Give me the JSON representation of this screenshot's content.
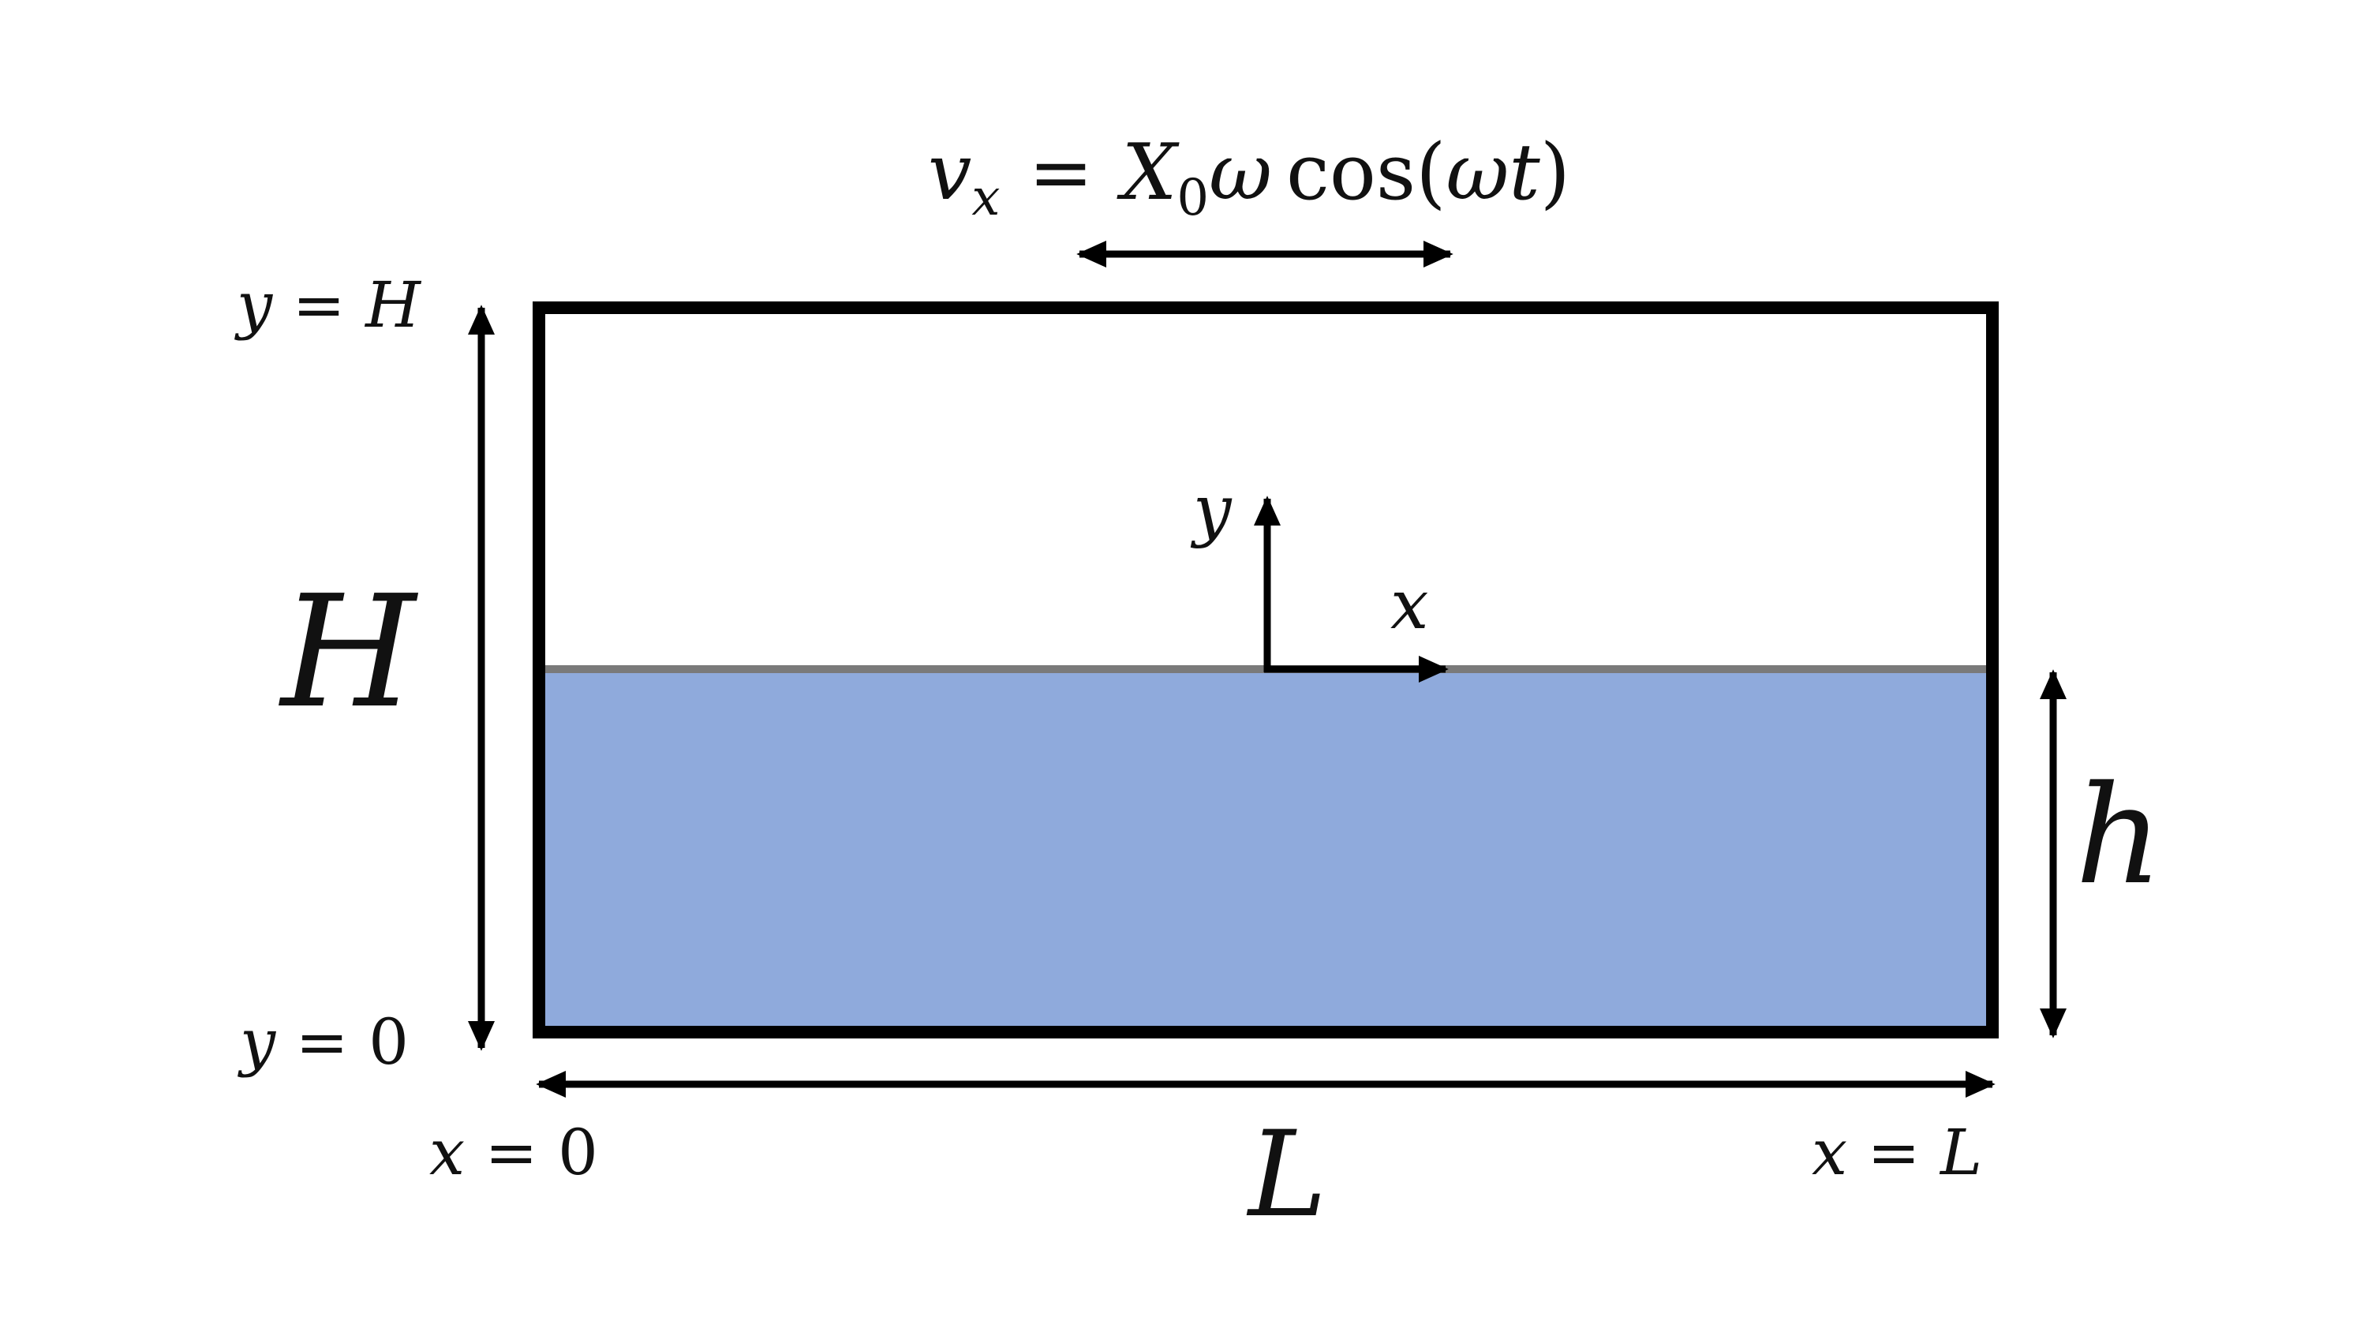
{
  "colors": {
    "liquid": "#8faadc",
    "interface": "#7a7a7a",
    "stroke": "#000000",
    "text": "#111111",
    "background": "#ffffff"
  },
  "boundary_condition": {
    "v": "v",
    "x_sub": "x",
    "equals": "=",
    "X": "X",
    "zero_sub": "0",
    "omega": "ω",
    "cos": "cos",
    "paren_open": "(",
    "omega_t": "ωt",
    "paren_close": ")"
  },
  "labels": {
    "y_eq_H": {
      "lhs": "y",
      "eq": " = ",
      "rhs": "H"
    },
    "y_eq_0": {
      "lhs": "y",
      "eq": " = ",
      "rhs": "0"
    },
    "x_eq_0": {
      "lhs": "x",
      "eq": " = ",
      "rhs": "0"
    },
    "x_eq_L": {
      "lhs": "x",
      "eq": " = ",
      "rhs": "L"
    },
    "H": "H",
    "h": "h",
    "L": "L",
    "axis_x": "x",
    "axis_y": "y"
  }
}
